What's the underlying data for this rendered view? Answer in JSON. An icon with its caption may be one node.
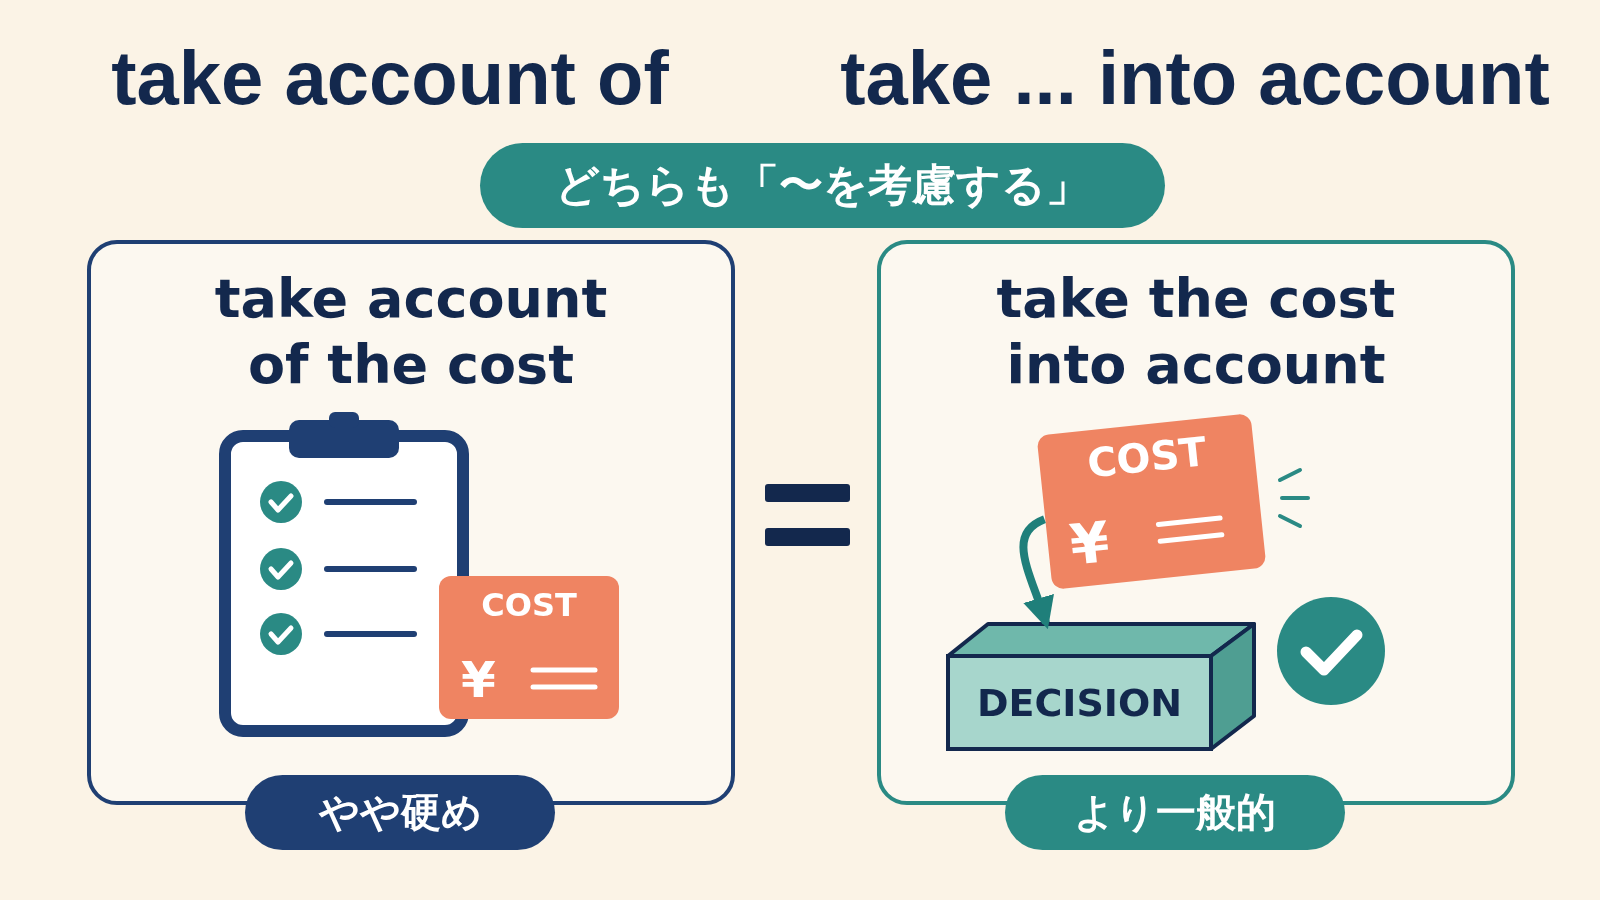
{
  "diagram": {
    "nodes": [
      {
        "text": [
          "どちらも「〜を考慮する」"
        ]
      },
      {
        "text": [
          "take account of the cost"
        ]
      },
      {
        "text": [
          "やや硬め"
        ]
      },
      {
        "text": [
          "take the cost into account"
        ]
      },
      {
        "text": [
          "より一般的"
        ]
      },
      {
        "text": [
          "COST",
          "¥"
        ],
        "in": 1
      },
      {
        "text": [
          "COST",
          "¥"
        ],
        "in": 3
      },
      {
        "text": [
          "DECISION"
        ],
        "in": 3
      }
    ],
    "edges": [
      {
        "from": 6,
        "to": 7,
        "arrow": "to"
      }
    ],
    "labels": [
      "take account of",
      "take ... into account"
    ]
  }
}
